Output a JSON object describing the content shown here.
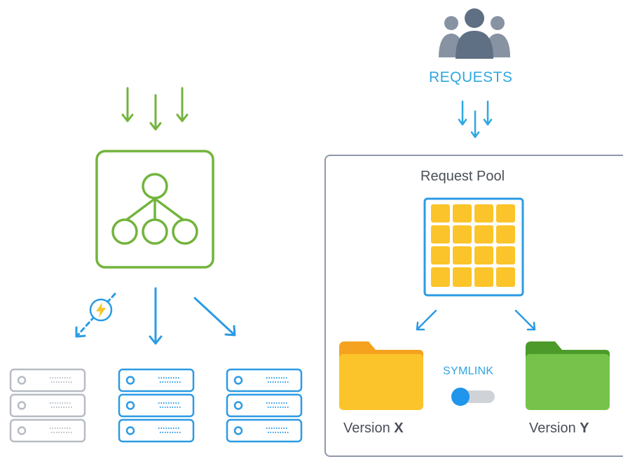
{
  "requests": {
    "label": "REQUESTS"
  },
  "pool": {
    "title": "Request Pool"
  },
  "symlink": {
    "label": "SYMLINK"
  },
  "versions": [
    {
      "prefix": "Version",
      "letter": "X"
    },
    {
      "prefix": "Version",
      "letter": "Y"
    }
  ],
  "colors": {
    "green": "#72b43c",
    "blue": "#2b9be4",
    "request_blue": "#2ea7e0",
    "grey_server": "#b7bcc4",
    "users": "#6f7f94",
    "pool_border": "#8f98a8",
    "grid_cell": "#fbc42a",
    "grid_border": "#2b9be4",
    "folder_yellow": "#fbc42a",
    "folder_yellow_tab": "#f5a21e",
    "folder_green": "#76c24b",
    "folder_green_tab": "#4c9a2a",
    "toggle_knob": "#1f95ec",
    "toggle_track": "#cfd3d8",
    "text_dark": "#4a4f57"
  },
  "icons": {
    "users": "users-group-icon",
    "balancer": "load-balancer-icon",
    "grid": "request-pool-grid-icon",
    "folder": "folder-icon",
    "toggle": "symlink-toggle-icon",
    "power": "power-bolt-icon",
    "server": "server-stack-icon"
  }
}
